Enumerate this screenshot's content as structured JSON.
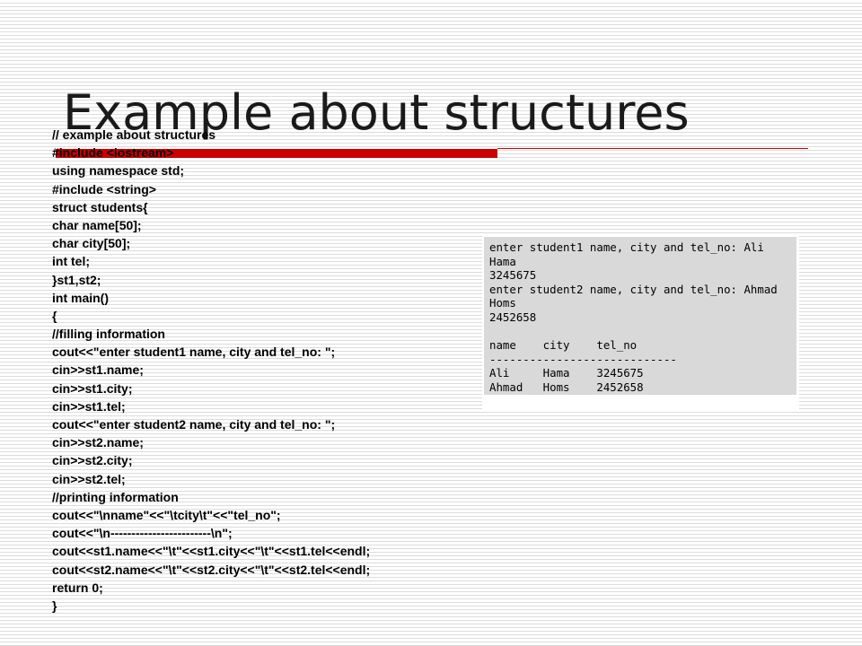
{
  "slide": {
    "title": "Example about structures",
    "accent_color": "#cc0000"
  },
  "code": {
    "lines": [
      "// example about structures",
      "#include <iostream>",
      "using namespace std;",
      "#include <string>",
      "struct students{",
      "char name[50];",
      "char city[50];",
      "int tel;",
      "}st1,st2;",
      "int main()",
      "{",
      "//filling information",
      "cout<<\"enter student1 name, city and tel_no: \";",
      "cin>>st1.name;",
      "cin>>st1.city;",
      "cin>>st1.tel;",
      "cout<<\"enter student2 name, city and tel_no: \";",
      "cin>>st2.name;",
      "cin>>st2.city;",
      "cin>>st2.tel;",
      "//printing information",
      "cout<<\"\\nname\"<<\"\\tcity\\t\"<<\"tel_no\";",
      "cout<<\"\\n------------------------\\n\";",
      "cout<<st1.name<<\"\\t\"<<st1.city<<\"\\t\"<<st1.tel<<endl;",
      "cout<<st2.name<<\"\\t\"<<st2.city<<\"\\t\"<<st2.tel<<endl;",
      "return 0;",
      "}"
    ]
  },
  "console": {
    "lines": [
      "enter student1 name, city and tel_no: Ali",
      "Hama",
      "3245675",
      "enter student2 name, city and tel_no: Ahmad",
      "Homs",
      "2452658",
      "",
      "name    city    tel_no",
      "----------------------------",
      "Ali     Hama    3245675",
      "Ahmad   Homs    2452658"
    ]
  }
}
